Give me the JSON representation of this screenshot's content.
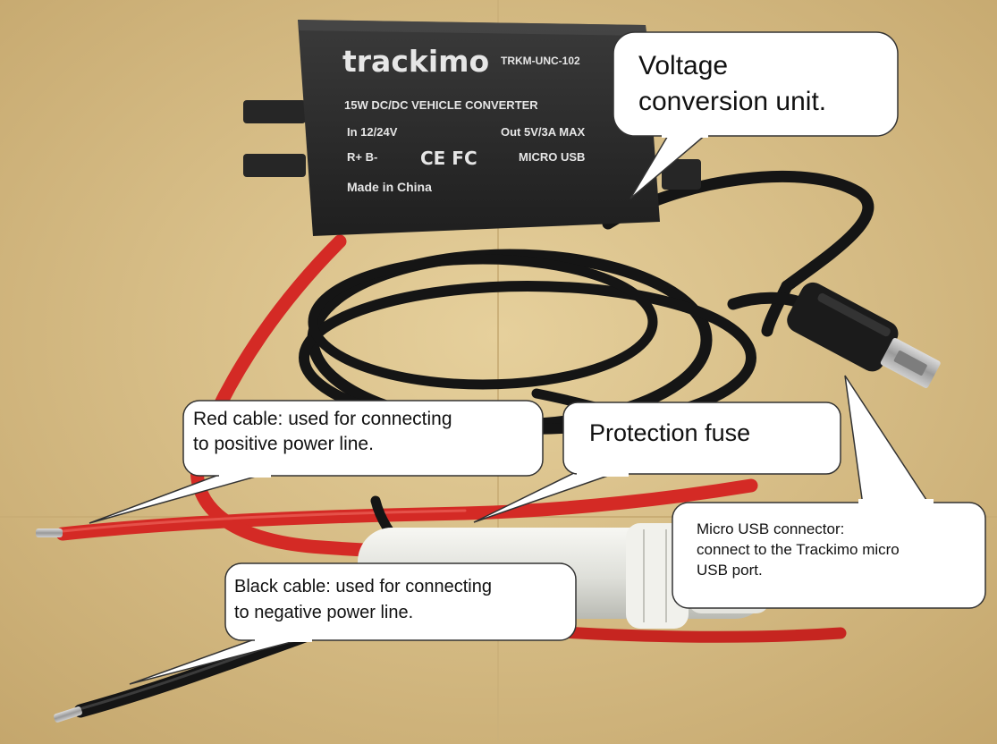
{
  "device": {
    "brand": "trackimo",
    "model": "TRKM-UNC-102",
    "product_line": "15W DC/DC VEHICLE CONVERTER",
    "input": "In 12/24V",
    "output": "Out 5V/3A MAX",
    "polarity": "R+ B-",
    "certifications": "CE FC",
    "output_type": "MICRO USB",
    "origin": "Made in China"
  },
  "callouts": {
    "voltage": {
      "line1": "Voltage",
      "line2": "conversion unit."
    },
    "red_cable": {
      "line1": "Red cable: used for connecting",
      "line2": "to positive power line."
    },
    "fuse": {
      "line1": "Protection fuse"
    },
    "usb": {
      "line1": "Micro USB connector:",
      "line2": "connect to the Trackimo micro",
      "line3": "USB port."
    },
    "black_cable": {
      "line1": "Black cable: used for connecting",
      "line2": "to negative power line."
    }
  },
  "colors": {
    "background": "#d9c08a",
    "device_body": "#2b2b2b",
    "device_print": "#e6e6e6",
    "red_wire": "#d42a25",
    "black_wire": "#151515",
    "fuse_holder": "#ebebe6",
    "callout_fill": "#ffffff",
    "callout_stroke": "#333333"
  }
}
